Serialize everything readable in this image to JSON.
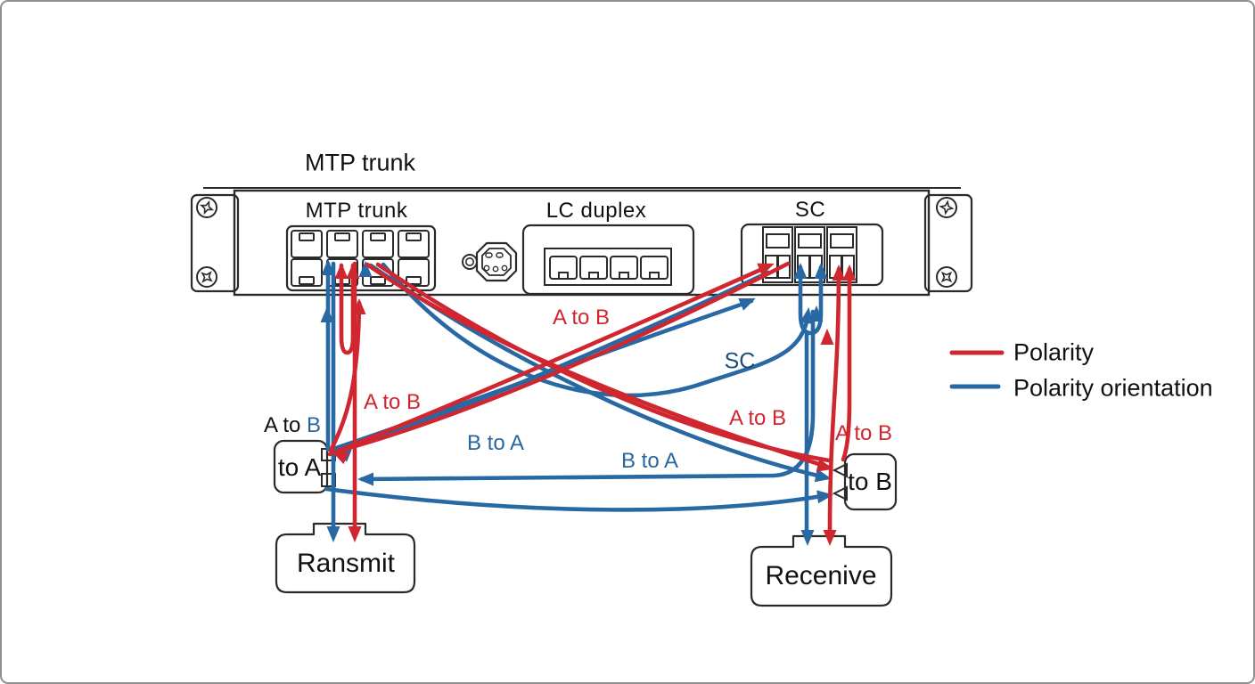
{
  "title": "MTP trunk",
  "panel": {
    "sections": [
      {
        "label": "MTP trunk"
      },
      {
        "label": "LC duplex"
      },
      {
        "label": "SC"
      }
    ]
  },
  "flow_labels": {
    "atob_top": "A to B",
    "sc_mid": "SC",
    "atob_right": "A to B",
    "atob_near_tob": "A to B",
    "atob_left_vert": "A to B",
    "atob_toa_prefix": "A to ",
    "atob_toa_suffix": "B",
    "btoa_upper": "B to A",
    "btoa_lower": "B to A"
  },
  "boxes": {
    "to_a": "to A",
    "to_b": "to B",
    "transmit": "Ransmit",
    "receive": "Recenive"
  },
  "legend": {
    "items": [
      {
        "label": "Polarity",
        "color": "#cf2630"
      },
      {
        "label": "Polarity orientation",
        "color": "#2969a3"
      }
    ]
  },
  "colors": {
    "polarity_red": "#cf2630",
    "orientation_blue": "#2969a3",
    "sc_label_navy": "#1d4d7c",
    "panel_stroke": "#2a2a2a"
  }
}
